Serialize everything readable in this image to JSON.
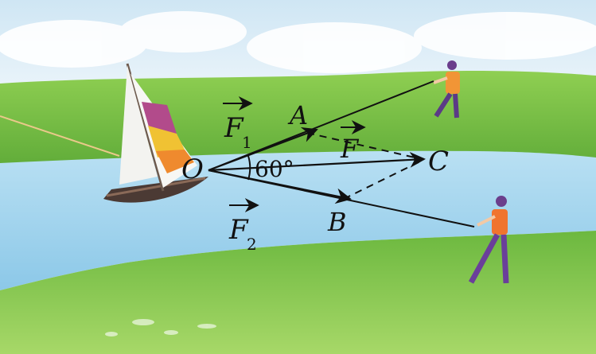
{
  "figure": {
    "points": {
      "O": "O",
      "A": "A",
      "B": "B",
      "C": "C"
    },
    "forces": {
      "f1_letter": "F",
      "f1_sub": "1",
      "f2_letter": "F",
      "f2_sub": "2",
      "resultant_letter": "F"
    },
    "angle_label": "60°"
  },
  "colors": {
    "sky": "#dfeef7",
    "grass": "#7cc04a",
    "river": "#a7d6ef",
    "vector": "#111111"
  }
}
